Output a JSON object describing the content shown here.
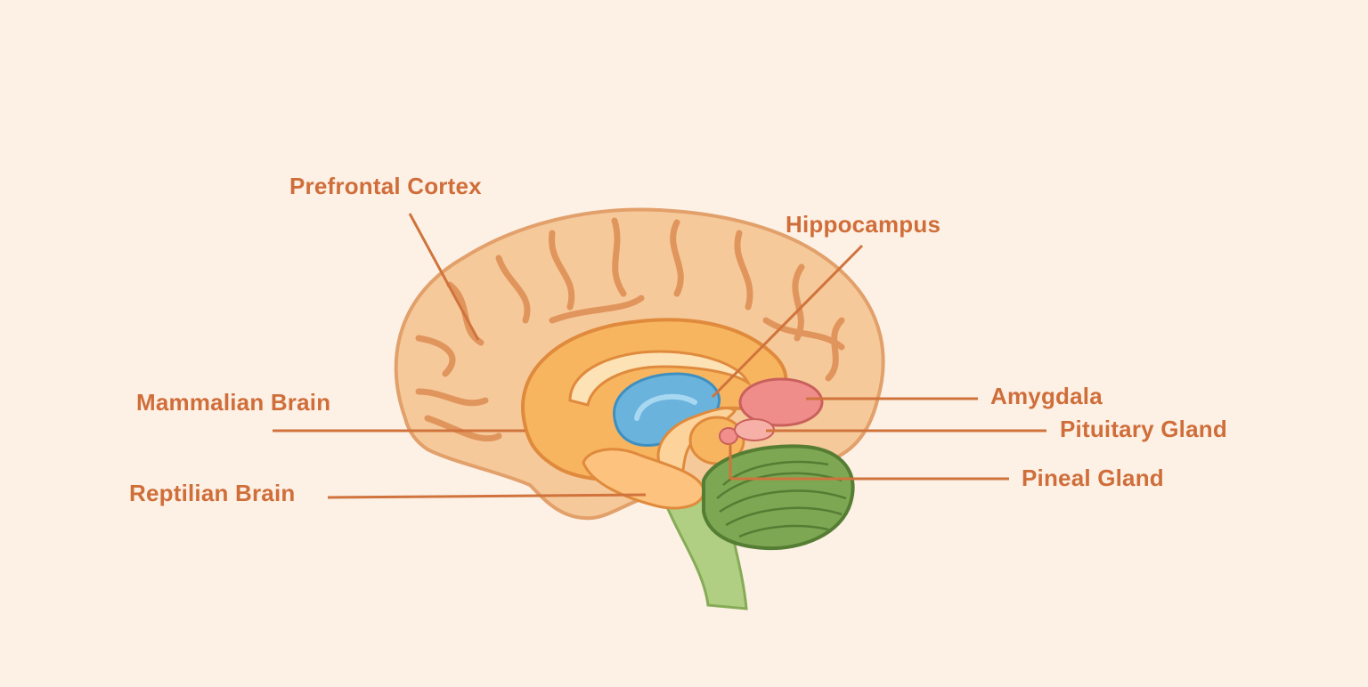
{
  "labels": {
    "prefrontal_cortex": "Prefrontal Cortex",
    "hippocampus": "Hippocampus",
    "mammalian_brain": "Mammalian Brain",
    "amygdala": "Amygdala",
    "pituitary_gland": "Pituitary Gland",
    "pineal_gland": "Pineal Gland",
    "reptilian_brain": "Reptilian Brain"
  },
  "colors": {
    "background": "#fdf1e6",
    "label_text": "#d06e3a",
    "leader_line": "#d0733c",
    "cortex": "#f6c99a",
    "cortex_fold": "#e0955c",
    "limbic": "#f8b560",
    "limbic_outline": "#df8a3c",
    "ventricle": "#6ab3dd",
    "amygdala": "#ef8d8a",
    "cerebellum": "#7da752",
    "brainstem": "#b0cf83"
  }
}
